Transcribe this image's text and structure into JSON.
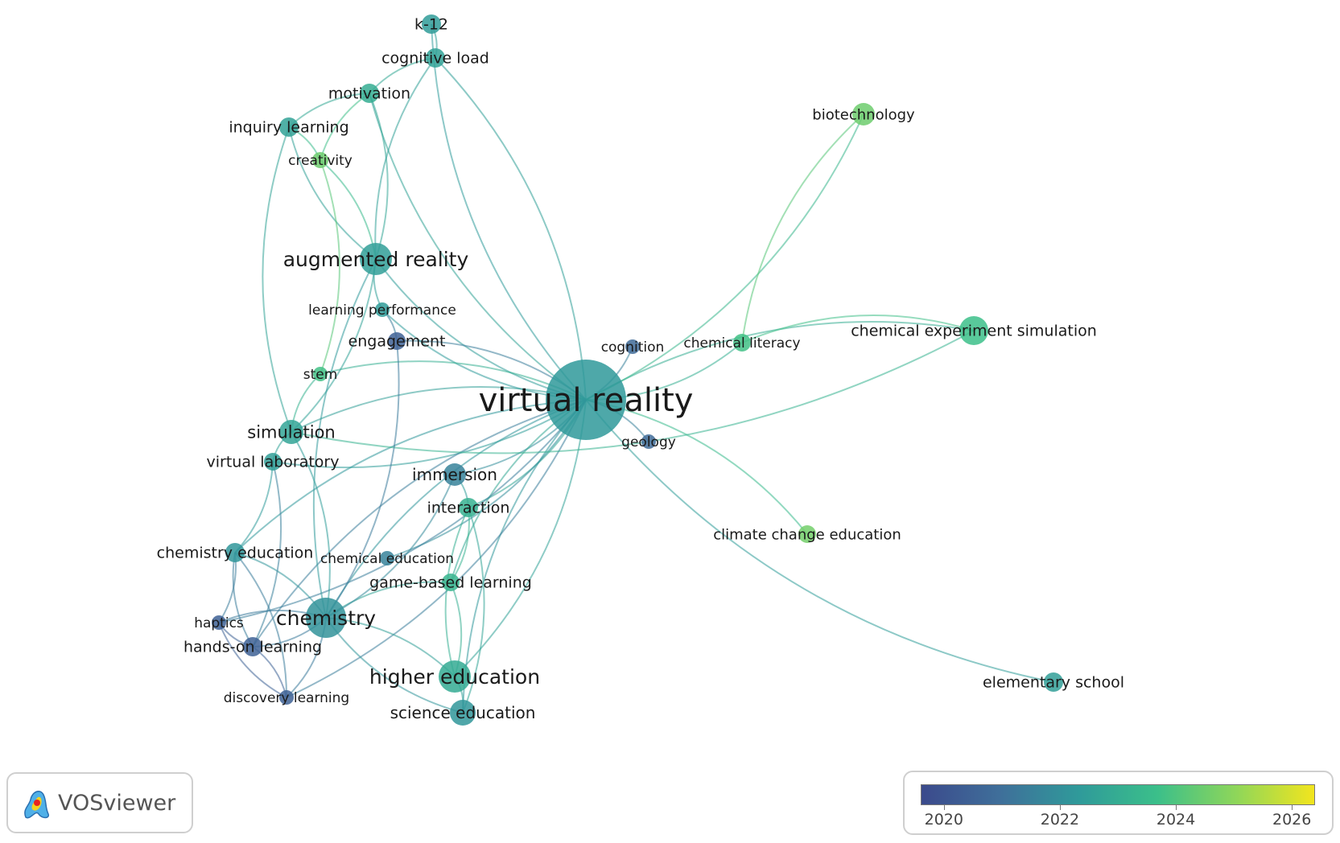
{
  "colors": {
    "scale": [
      "#3b4a8c",
      "#3f6f9a",
      "#2f9a9a",
      "#3bbf8a",
      "#8ed65a",
      "#f2e51e"
    ]
  },
  "nodes": [
    {
      "id": "virtual-reality",
      "label": "virtual reality",
      "year": 2022.3
    },
    {
      "id": "augmented-reality",
      "label": "augmented reality",
      "year": 2022.5
    },
    {
      "id": "chemistry",
      "label": "chemistry",
      "year": 2022.1
    },
    {
      "id": "higher-education",
      "label": "higher education",
      "year": 2022.9
    },
    {
      "id": "simulation",
      "label": "simulation",
      "year": 2022.7
    },
    {
      "id": "immersion",
      "label": "immersion",
      "year": 2021.6
    },
    {
      "id": "science-education",
      "label": "science education",
      "year": 2022.2
    },
    {
      "id": "interaction",
      "label": "interaction",
      "year": 2023.2
    },
    {
      "id": "chemistry-education",
      "label": "chemistry education",
      "year": 2022.2
    },
    {
      "id": "virtual-laboratory",
      "label": "virtual laboratory",
      "year": 2022.5
    },
    {
      "id": "game-based-learning",
      "label": "game-based learning",
      "year": 2023.3
    },
    {
      "id": "chemical-education",
      "label": "chemical education",
      "year": 2021.6
    },
    {
      "id": "engagement",
      "label": "engagement",
      "year": 2020.5
    },
    {
      "id": "learning-performance",
      "label": "learning performance",
      "year": 2022.4
    },
    {
      "id": "stem",
      "label": "stem",
      "year": 2023.8
    },
    {
      "id": "motivation",
      "label": "motivation",
      "year": 2023.0
    },
    {
      "id": "inquiry-learning",
      "label": "inquiry learning",
      "year": 2022.6
    },
    {
      "id": "creativity",
      "label": "creativity",
      "year": 2024.5
    },
    {
      "id": "cognitive-load",
      "label": "cognitive load",
      "year": 2022.6
    },
    {
      "id": "k-12",
      "label": "k-12",
      "year": 2022.4
    },
    {
      "id": "cognition",
      "label": "cognition",
      "year": 2020.8
    },
    {
      "id": "geology",
      "label": "geology",
      "year": 2020.8
    },
    {
      "id": "chemical-literacy",
      "label": "chemical literacy",
      "year": 2023.8
    },
    {
      "id": "chemical-experiment-simulation",
      "label": "chemical experiment simulation",
      "year": 2023.7
    },
    {
      "id": "biotechnology",
      "label": "biotechnology",
      "year": 2024.5
    },
    {
      "id": "climate-change-education",
      "label": "climate change education",
      "year": 2024.6
    },
    {
      "id": "elementary-school",
      "label": "elementary school",
      "year": 2022.5
    },
    {
      "id": "haptics",
      "label": "haptics",
      "year": 2020.5
    },
    {
      "id": "hands-on-learning",
      "label": "hands-on learning",
      "year": 2020.5
    },
    {
      "id": "discovery-learning",
      "label": "discovery learning",
      "year": 2020.5
    }
  ],
  "links": [
    [
      "virtual-reality",
      "augmented-reality"
    ],
    [
      "virtual-reality",
      "chemistry"
    ],
    [
      "virtual-reality",
      "higher-education"
    ],
    [
      "virtual-reality",
      "simulation"
    ],
    [
      "virtual-reality",
      "immersion"
    ],
    [
      "virtual-reality",
      "science-education"
    ],
    [
      "virtual-reality",
      "interaction"
    ],
    [
      "virtual-reality",
      "chemistry-education"
    ],
    [
      "virtual-reality",
      "virtual-laboratory"
    ],
    [
      "virtual-reality",
      "game-based-learning"
    ],
    [
      "virtual-reality",
      "chemical-education"
    ],
    [
      "virtual-reality",
      "engagement"
    ],
    [
      "virtual-reality",
      "learning-performance"
    ],
    [
      "virtual-reality",
      "stem"
    ],
    [
      "virtual-reality",
      "motivation"
    ],
    [
      "virtual-reality",
      "cognitive-load"
    ],
    [
      "virtual-reality",
      "k-12"
    ],
    [
      "virtual-reality",
      "cognition"
    ],
    [
      "virtual-reality",
      "geology"
    ],
    [
      "virtual-reality",
      "chemical-literacy"
    ],
    [
      "virtual-reality",
      "chemical-experiment-simulation"
    ],
    [
      "virtual-reality",
      "biotechnology"
    ],
    [
      "virtual-reality",
      "climate-change-education"
    ],
    [
      "virtual-reality",
      "elementary-school"
    ],
    [
      "virtual-reality",
      "haptics"
    ],
    [
      "virtual-reality",
      "hands-on-learning"
    ],
    [
      "virtual-reality",
      "discovery-learning"
    ],
    [
      "augmented-reality",
      "motivation"
    ],
    [
      "augmented-reality",
      "inquiry-learning"
    ],
    [
      "augmented-reality",
      "creativity"
    ],
    [
      "augmented-reality",
      "simulation"
    ],
    [
      "augmented-reality",
      "chemistry"
    ],
    [
      "augmented-reality",
      "cognitive-load"
    ],
    [
      "motivation",
      "inquiry-learning"
    ],
    [
      "motivation",
      "cognitive-load"
    ],
    [
      "motivation",
      "creativity"
    ],
    [
      "inquiry-learning",
      "creativity"
    ],
    [
      "inquiry-learning",
      "simulation"
    ],
    [
      "creativity",
      "stem"
    ],
    [
      "cognitive-load",
      "k-12"
    ],
    [
      "simulation",
      "chemistry"
    ],
    [
      "simulation",
      "virtual-laboratory"
    ],
    [
      "chemistry",
      "hands-on-learning"
    ],
    [
      "chemistry",
      "haptics"
    ],
    [
      "chemistry",
      "discovery-learning"
    ],
    [
      "chemistry",
      "chemistry-education"
    ],
    [
      "chemistry",
      "higher-education"
    ],
    [
      "chemistry",
      "science-education"
    ],
    [
      "chemistry-education",
      "haptics"
    ],
    [
      "chemistry-education",
      "hands-on-learning"
    ],
    [
      "chemistry-education",
      "discovery-learning"
    ],
    [
      "haptics",
      "hands-on-learning"
    ],
    [
      "hands-on-learning",
      "discovery-learning"
    ],
    [
      "haptics",
      "discovery-learning"
    ],
    [
      "higher-education",
      "science-education"
    ],
    [
      "higher-education",
      "game-based-learning"
    ],
    [
      "higher-education",
      "interaction"
    ],
    [
      "interaction",
      "immersion"
    ],
    [
      "interaction",
      "game-based-learning"
    ],
    [
      "chemical-experiment-simulation",
      "chemical-literacy"
    ],
    [
      "chemical-experiment-simulation",
      "simulation"
    ],
    [
      "biotechnology",
      "chemical-literacy"
    ],
    [
      "engagement",
      "chemistry"
    ],
    [
      "engagement",
      "learning-performance"
    ],
    [
      "learning-performance",
      "augmented-reality"
    ],
    [
      "stem",
      "simulation"
    ],
    [
      "virtual-laboratory",
      "hands-on-learning"
    ],
    [
      "game-based-learning",
      "chemistry"
    ],
    [
      "immersion",
      "chemistry"
    ],
    [
      "science-education",
      "interaction"
    ],
    [
      "virtual-laboratory",
      "chemistry-education"
    ]
  ],
  "legend": {
    "ticks": [
      "2020",
      "2022",
      "2024",
      "2026"
    ],
    "min": 2019.6,
    "max": 2026.4
  },
  "logo": {
    "text": "VOSviewer"
  }
}
